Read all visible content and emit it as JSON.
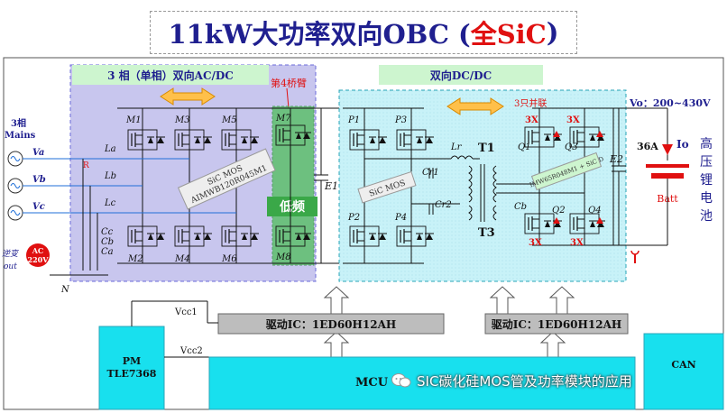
{
  "title": {
    "main": "11kW大功率双向OBC (",
    "accent": "全SiC",
    "close": ")"
  },
  "acdc": {
    "header": "3 相（单相）双向AC/DC",
    "bridge4_label": "第4桥臂",
    "sic_mos_label": "SiC MOS",
    "part_number": "AIMWB120R045M1",
    "low_freq_label": "低频",
    "switches": [
      "M1",
      "M3",
      "M5",
      "M7",
      "M2",
      "M4",
      "M6",
      "M8"
    ],
    "inductors": [
      "La",
      "Lb",
      "Lc"
    ],
    "caps": [
      "Cc",
      "Cb",
      "Ca"
    ],
    "cap_e1": "E1",
    "relay_r": "R",
    "mains_label_1": "3相",
    "mains_label_2": "Mains",
    "phases": [
      "Va",
      "Vb",
      "Vc"
    ],
    "inverter_label_1": "逆变",
    "inverter_label_2": "out",
    "ac_label_1": "AC",
    "ac_label_2": "220V",
    "neutral": "N"
  },
  "dcdc": {
    "header": "双向DC/DC",
    "sic_mos_label": "SiC MOS",
    "primary_switches": [
      "P1",
      "P3",
      "P2",
      "P4"
    ],
    "lr": "Lr",
    "cr1": "Cr1",
    "cr2": "Cr2",
    "t1": "T1",
    "t3": "T3",
    "parallel_label": "3只并联",
    "secondary_switches": [
      "Q1",
      "Q3",
      "Q2",
      "Q4"
    ],
    "multiplier": "3X",
    "part_number": "IMW65R048M1 + SiC D",
    "cap_e2": "E2",
    "cb": "Cb",
    "vo_label": "Vo：200~430V",
    "current_label": "36A",
    "io_label": "Io",
    "batt_label": "Batt",
    "battery_text": "高压锂电池"
  },
  "control": {
    "driver_1": "驱动IC：1ED60H12AH",
    "driver_2": "驱动IC：1ED60H12AH",
    "vcc1": "Vcc1",
    "vcc2": "Vcc2",
    "pm_line1": "PM",
    "pm_line2": "TLE7368",
    "mcu": "MCU",
    "can": "CAN"
  },
  "watermark": "SIC碳化硅MOS管及功率模块的应用",
  "colors": {
    "title_text": "#1f1f8f",
    "accent": "#e01010",
    "acdc_panel": "#c8c6ee",
    "dcdc_panel": "#c8f2f8",
    "header_green": "#cdf5cf",
    "low_freq": "#3aa848",
    "control_block": "#18e0ee",
    "driver_box": "#bdbdbd"
  }
}
